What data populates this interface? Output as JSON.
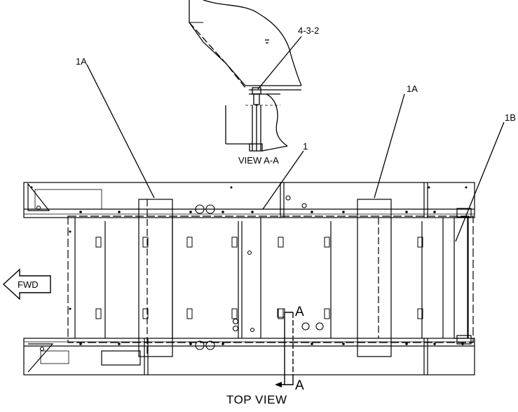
{
  "callouts": {
    "ref_4_3_2": "4-3-2",
    "item_1a_left": "1A",
    "item_1a_right": "1A",
    "item_1b": "1B",
    "item_1": "1",
    "section_a_upper": "A",
    "section_a_lower": "A"
  },
  "view_labels": {
    "view_aa": "VIEW A-A",
    "top_view": "TOP VIEW"
  },
  "direction": {
    "fwd": "FWD"
  },
  "colors": {
    "line": "#000000",
    "background": "#ffffff"
  }
}
